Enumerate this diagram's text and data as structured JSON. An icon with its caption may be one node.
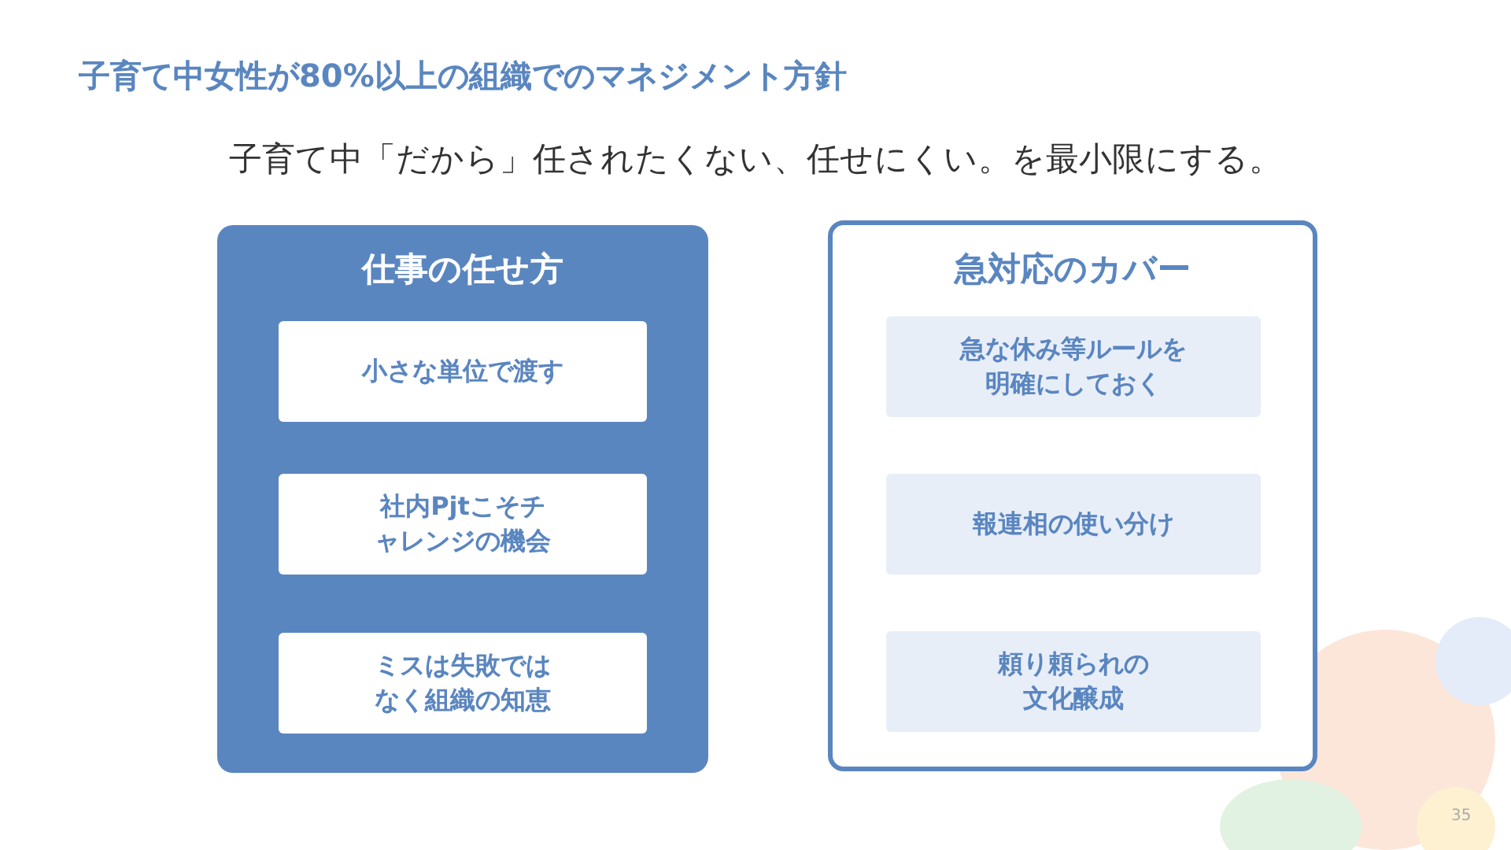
{
  "diagram": {
    "title": "子育て中女性が80%以上の組織でのマネジメント方針",
    "nodes": [
      {
        "text": [
          "仕事の任せ方"
        ]
      },
      {
        "text": [
          "小さな単位で渡す"
        ],
        "in": 0
      },
      {
        "text": [
          "社内Pjtこそチャレンジの機会"
        ],
        "in": 0
      },
      {
        "text": [
          "ミスは失敗ではなく組織の知恵"
        ],
        "in": 0
      },
      {
        "text": [
          "急対応のカバー"
        ]
      },
      {
        "text": [
          "急な休み等ルールを明確にしておく"
        ],
        "in": 4
      },
      {
        "text": [
          "報連相の使い分け"
        ],
        "in": 4
      },
      {
        "text": [
          "頼り頼られの文化醸成"
        ],
        "in": 4
      }
    ],
    "labels": [
      "子育て中「だから」任されたくない、任せにくい。を最小限にする。",
      "35"
    ]
  }
}
